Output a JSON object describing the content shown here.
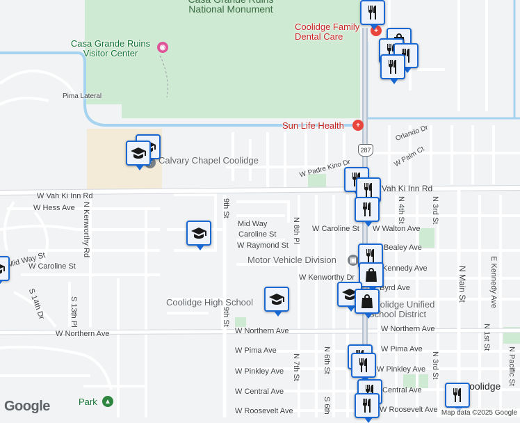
{
  "colors": {
    "map_bg": "#f1f3f4",
    "park_green": "#cfead3",
    "road_white": "#ffffff",
    "road_edge": "#d4d7dc",
    "highway": "#b7c3d0",
    "canal": "#a5d3f0",
    "marker_blue": "#1967d2",
    "poi_red": "#c5221f"
  },
  "places": {
    "national_monument": "Casa Grande Ruins National Monument",
    "visitor_center": "Casa Grande Ruins Visitor Center",
    "dental": "Coolidge Family Dental Care",
    "sun_life": "Sun Life Health",
    "calvary": "Calvary Chapel Coolidge",
    "mvd": "Motor Vehicle Division",
    "high_school": "Coolidge High School",
    "school_district": "Coolidge Unified School District",
    "park": "Park",
    "city_fragment": "Coolidge"
  },
  "streets": {
    "pima_lateral": "Pima Lateral",
    "orlando": "Orlando Dr",
    "palm": "W Palm Ct",
    "padre_kino": "W Padre Kino Dr",
    "vah_ki_inn": "W Vah Ki Inn Rd",
    "vah_ki_inn_right": "Vah Ki Inn Rd",
    "hess": "W Hess Ave",
    "kenworthy_rd": "N Kenworthy Rd",
    "mid_way": "Mid Way",
    "mid_way_st": "Mid Way St",
    "caroline_st": "Caroline St",
    "w_caroline_st": "W Caroline St",
    "w_caroline_st_2": "W Caroline St",
    "walton": "W Walton Ave",
    "raymond": "W Raymond St",
    "bealey": "Bealey Ave",
    "kennedy_ave": "Kennedy Ave",
    "kenworthy_dr": "W Kenworthy Dr",
    "byrd": "Byrd Ave",
    "n_northern_a": "W Northern Ave",
    "n_northern_b": "W Northern Ave",
    "w_northern_c": "W Northern Ave",
    "pima_ave": "W Pima Ave",
    "pima_ave_2": "W Pima Ave",
    "pinkley": "W Pinkley Ave",
    "pinkley_2": "W Pinkley Ave",
    "central": "W Central Ave",
    "central_2": "Central Ave",
    "roosevelt": "W Roosevelt Ave",
    "roosevelt_2": "W Roosevelt Ave",
    "ninth_st": "9th St",
    "ninth_st_2": "9th St",
    "eighth_pl": "N 8th Pl",
    "seventh_st": "N 7th St",
    "sixth_st": "N 6th St",
    "sixth_st_2": "S 6th",
    "fourth_st": "N 4th St",
    "third_st": "N 3rd St",
    "third_st_2": "N 3rd St",
    "main_st": "N Main St",
    "kennedy_ave_v": "E Kennedy Ave",
    "first_st": "N 1st St",
    "pacific": "N Pacific St",
    "thirteenth_pl": "S 13th Pl",
    "fourteenth_dr": "S 14th Dr",
    "highway": "287"
  },
  "markers": [
    {
      "icon": "restaurant",
      "label": "restaurant"
    },
    {
      "icon": "shopping",
      "label": "shop"
    },
    {
      "icon": "school",
      "label": "school"
    }
  ],
  "footer": {
    "logo": "Google",
    "attribution": "Map data ©2025 Google"
  }
}
